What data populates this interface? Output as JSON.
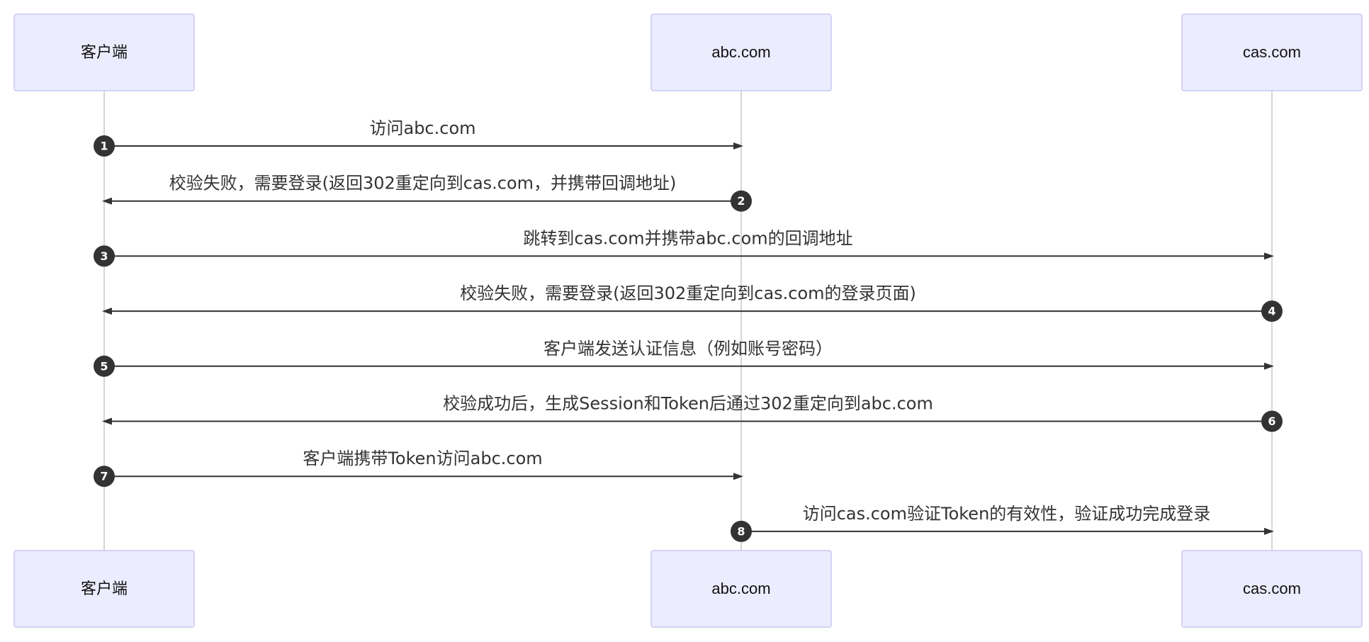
{
  "actors": [
    {
      "id": "client",
      "label": "客户端"
    },
    {
      "id": "abc",
      "label": "abc.com"
    },
    {
      "id": "cas",
      "label": "cas.com"
    }
  ],
  "messages": [
    {
      "num": "1",
      "from": "client",
      "to": "abc",
      "label": "访问abc.com"
    },
    {
      "num": "2",
      "from": "abc",
      "to": "client",
      "label": "校验失败，需要登录(返回302重定向到cas.com，并携带回调地址)"
    },
    {
      "num": "3",
      "from": "client",
      "to": "cas",
      "label": "跳转到cas.com并携带abc.com的回调地址"
    },
    {
      "num": "4",
      "from": "cas",
      "to": "client",
      "label": "校验失败，需要登录(返回302重定向到cas.com的登录页面)"
    },
    {
      "num": "5",
      "from": "client",
      "to": "cas",
      "label": "客户端发送认证信息（例如账号密码）"
    },
    {
      "num": "6",
      "from": "cas",
      "to": "client",
      "label": "校验成功后，生成Session和Token后通过302重定向到abc.com"
    },
    {
      "num": "7",
      "from": "client",
      "to": "abc",
      "label": "客户端携带Token访问abc.com"
    },
    {
      "num": "8",
      "from": "abc",
      "to": "cas",
      "label": "访问cas.com验证Token的有效性，验证成功完成登录"
    }
  ]
}
